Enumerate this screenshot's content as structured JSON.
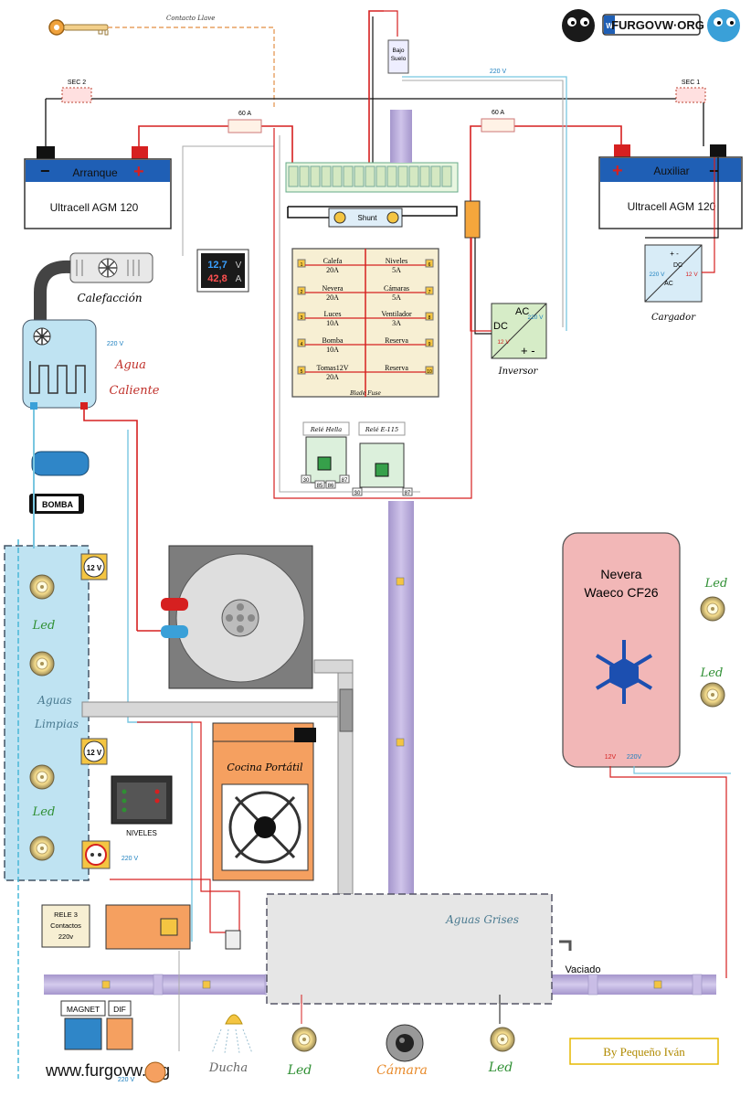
{
  "header": {
    "logo_text": "FURGOVW·ORG",
    "key_label": "Contacto Llave"
  },
  "batteries": {
    "left": {
      "tag": "Arranque",
      "model": "Ultracell AGM 120"
    },
    "right": {
      "tag": "Auxiliar",
      "model": "Ultracell AGM 120"
    }
  },
  "fuses": {
    "sec2": "SEC 2",
    "sec1": "SEC 1",
    "f60a_left": "60 A",
    "f60a_right": "60 A"
  },
  "tank_top": {
    "line1": "Bajo",
    "line2": "Suelo"
  },
  "ac220": "220 V",
  "shunt": "Shunt",
  "meter": {
    "voltage": "12,7",
    "voltage_unit": "V",
    "current": "42,8",
    "current_unit": "A"
  },
  "heater": {
    "label": "Calefacción"
  },
  "water_heater": {
    "line1": "Agua",
    "line2": "Caliente",
    "v": "220 V"
  },
  "fuse_box": {
    "title": "Blade Fuse",
    "left": [
      {
        "name": "Calefa",
        "amp": "20A",
        "num": "1"
      },
      {
        "name": "Nevera",
        "amp": "20A",
        "num": "2"
      },
      {
        "name": "Luces",
        "amp": "10A",
        "num": "3"
      },
      {
        "name": "Bomba",
        "amp": "10A",
        "num": "4"
      },
      {
        "name": "Tomas12V",
        "amp": "20A",
        "num": "5"
      }
    ],
    "right": [
      {
        "name": "Niveles",
        "amp": "5A",
        "num": "6"
      },
      {
        "name": "Cámaras",
        "amp": "5A",
        "num": "7"
      },
      {
        "name": "Ventilador",
        "amp": "3A",
        "num": "8"
      },
      {
        "name": "Reserva",
        "amp": "",
        "num": "9"
      },
      {
        "name": "Reserva",
        "amp": "",
        "num": "10"
      }
    ]
  },
  "inverter": {
    "ac": "AC",
    "dc": "DC",
    "v12": "12 V",
    "v220": "220 V",
    "label": "Inversor"
  },
  "charger": {
    "label": "Cargador",
    "v220": "220 V",
    "v12": "12 V",
    "ac": "AC",
    "dc": "DC"
  },
  "relays": {
    "hella": {
      "title": "Relé Hella",
      "pins": [
        "30",
        "85",
        "86",
        "87"
      ]
    },
    "e115": {
      "title": "Relé E-115",
      "pins": [
        "30",
        "87"
      ]
    }
  },
  "pump": {
    "label": "BOMBA"
  },
  "v12_badge": "12 V",
  "clean_water": {
    "line1": "Aguas",
    "line2": "Limpias"
  },
  "led_label": "Led",
  "niveles": "NIVELES",
  "socket_v": "220 V",
  "stove": {
    "label": "Cocina Portátil"
  },
  "fridge": {
    "line1": "Nevera",
    "line2": "Waeco CF26",
    "v12": "12V",
    "v220": "220V"
  },
  "rele3": {
    "line1": "RELE 3",
    "line2": "Contactos",
    "line3": "220v"
  },
  "magnet": {
    "magnet": "MAGNET",
    "dif": "DIF"
  },
  "grey_water": {
    "label": "Aguas Grises",
    "drain": "Vaciado"
  },
  "bottom": {
    "shower": "Ducha",
    "led": "Led",
    "camera": "Cámara",
    "credit": "By Pequeño Iván",
    "watermark": "www.furgovw.org",
    "v220": "220 V"
  },
  "colors": {
    "purple_pipe": "#b6a8d6",
    "battery_blue": "#1f5fb5",
    "wire_red": "#d62020",
    "wire_black": "#111111",
    "water_blue": "#bfe3f2"
  }
}
